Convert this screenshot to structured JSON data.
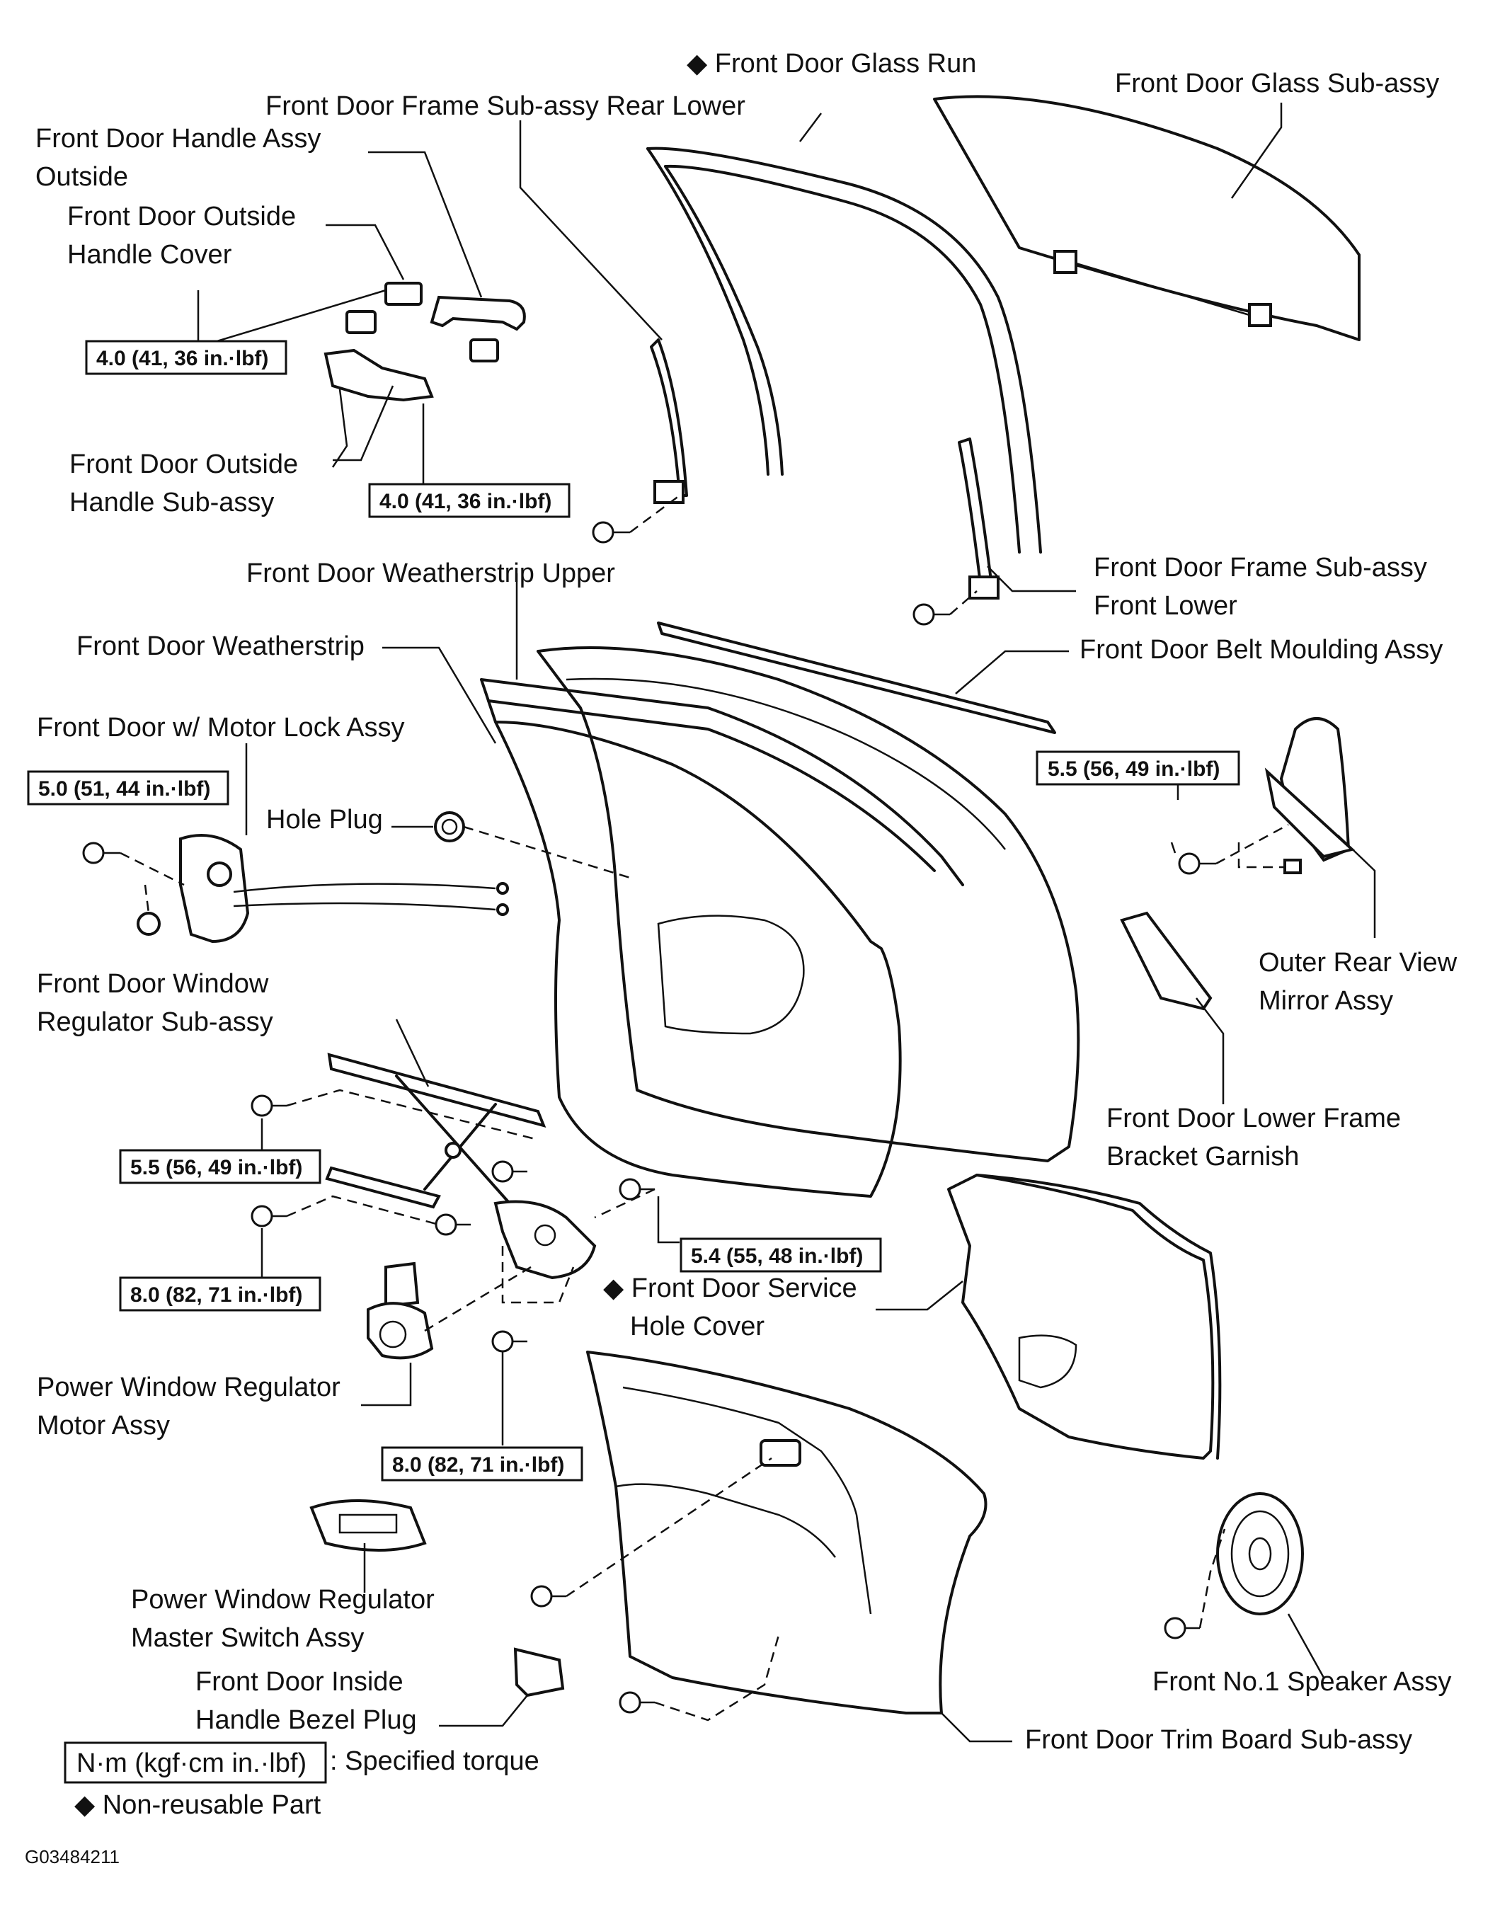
{
  "diagram_code": "G03484211",
  "labels": {
    "glass_run": "◆ Front Door Glass Run",
    "frame_rear_lower": "Front Door Frame Sub-assy Rear Lower",
    "glass": "Front Door Glass Sub-assy",
    "handle_outside_1": "Front Door Handle Assy",
    "handle_outside_2": "Outside",
    "handle_cover_1": "Front Door Outside",
    "handle_cover_2": "Handle Cover",
    "handle_sub_1": "Front Door Outside",
    "handle_sub_2": "Handle Sub-assy",
    "frame_front_lower_1": "Front Door Frame Sub-assy",
    "frame_front_lower_2": "Front Lower",
    "weatherstrip_upper": "Front Door Weatherstrip Upper",
    "weatherstrip": "Front Door Weatherstrip",
    "belt_moulding": "Front Door Belt Moulding Assy",
    "motor_lock": "Front Door w/ Motor Lock Assy",
    "hole_plug": "Hole Plug",
    "mirror_1": "Outer Rear View",
    "mirror_2": "Mirror Assy",
    "regulator_1": "Front Door Window",
    "regulator_2": "Regulator Sub-assy",
    "bracket_garnish_1": "Front Door Lower Frame",
    "bracket_garnish_2": "Bracket Garnish",
    "service_hole_1": "◆ Front Door Service",
    "service_hole_2": "Hole Cover",
    "pw_motor_1": "Power Window Regulator",
    "pw_motor_2": "Motor Assy",
    "master_switch_1": "Power Window Regulator",
    "master_switch_2": "Master Switch Assy",
    "bezel_plug_1": "Front Door Inside",
    "bezel_plug_2": "Handle Bezel Plug",
    "speaker": "Front No.1 Speaker Assy",
    "trim_board": "Front Door Trim Board Sub-assy"
  },
  "torques": {
    "handle_cover": "4.0 (41, 36 in.·lbf)",
    "handle_sub": "4.0 (41, 36 in.·lbf)",
    "motor_lock": "5.0 (51, 44 in.·lbf)",
    "mirror": "5.5 (56, 49 in.·lbf)",
    "regulator": "5.5 (56, 49 in.·lbf)",
    "regulator_lower": "8.0 (82, 71 in.·lbf)",
    "regulator_side": "5.4 (55, 48 in.·lbf)",
    "motor": "8.0 (82, 71 in.·lbf)"
  },
  "legend": {
    "unit_box": "N·m (kgf·cm in.·lbf)",
    "unit_desc": ": Specified torque",
    "nonreusable": "◆ Non-reusable Part"
  }
}
